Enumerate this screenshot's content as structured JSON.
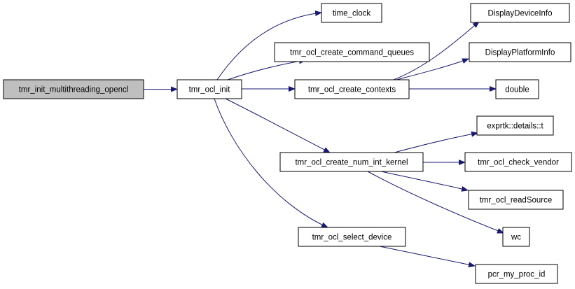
{
  "diagram": {
    "type": "call-graph",
    "colors": {
      "edge": "#191970",
      "root_fill": "#bfbfbf",
      "node_fill": "#ffffff",
      "node_border": "#000000"
    },
    "nodes": [
      {
        "id": "root",
        "label": "tmr_init_multithreading_opencl",
        "root": true
      },
      {
        "id": "ocl_init",
        "label": "tmr_ocl_init"
      },
      {
        "id": "time_clock",
        "label": "time_clock"
      },
      {
        "id": "cmd_queues",
        "label": "tmr_ocl_create_command_queues"
      },
      {
        "id": "contexts",
        "label": "tmr_ocl_create_contexts"
      },
      {
        "id": "num_int_kernel",
        "label": "tmr_ocl_create_num_int_kernel"
      },
      {
        "id": "select_device",
        "label": "tmr_ocl_select_device"
      },
      {
        "id": "disp_device",
        "label": "DisplayDeviceInfo"
      },
      {
        "id": "disp_platform",
        "label": "DisplayPlatformInfo"
      },
      {
        "id": "double",
        "label": "double"
      },
      {
        "id": "exprtk_t",
        "label": "exprtk::details::t"
      },
      {
        "id": "check_vendor",
        "label": "tmr_ocl_check_vendor"
      },
      {
        "id": "read_source",
        "label": "tmr_ocl_readSource"
      },
      {
        "id": "wc",
        "label": "wc"
      },
      {
        "id": "pcr_id",
        "label": "pcr_my_proc_id"
      }
    ],
    "edges": [
      {
        "from": "root",
        "to": "ocl_init"
      },
      {
        "from": "ocl_init",
        "to": "time_clock"
      },
      {
        "from": "ocl_init",
        "to": "cmd_queues"
      },
      {
        "from": "ocl_init",
        "to": "contexts"
      },
      {
        "from": "ocl_init",
        "to": "num_int_kernel"
      },
      {
        "from": "ocl_init",
        "to": "select_device"
      },
      {
        "from": "contexts",
        "to": "disp_device"
      },
      {
        "from": "contexts",
        "to": "disp_platform"
      },
      {
        "from": "contexts",
        "to": "double"
      },
      {
        "from": "num_int_kernel",
        "to": "exprtk_t"
      },
      {
        "from": "num_int_kernel",
        "to": "check_vendor"
      },
      {
        "from": "num_int_kernel",
        "to": "read_source"
      },
      {
        "from": "num_int_kernel",
        "to": "wc"
      },
      {
        "from": "select_device",
        "to": "pcr_id"
      }
    ]
  }
}
